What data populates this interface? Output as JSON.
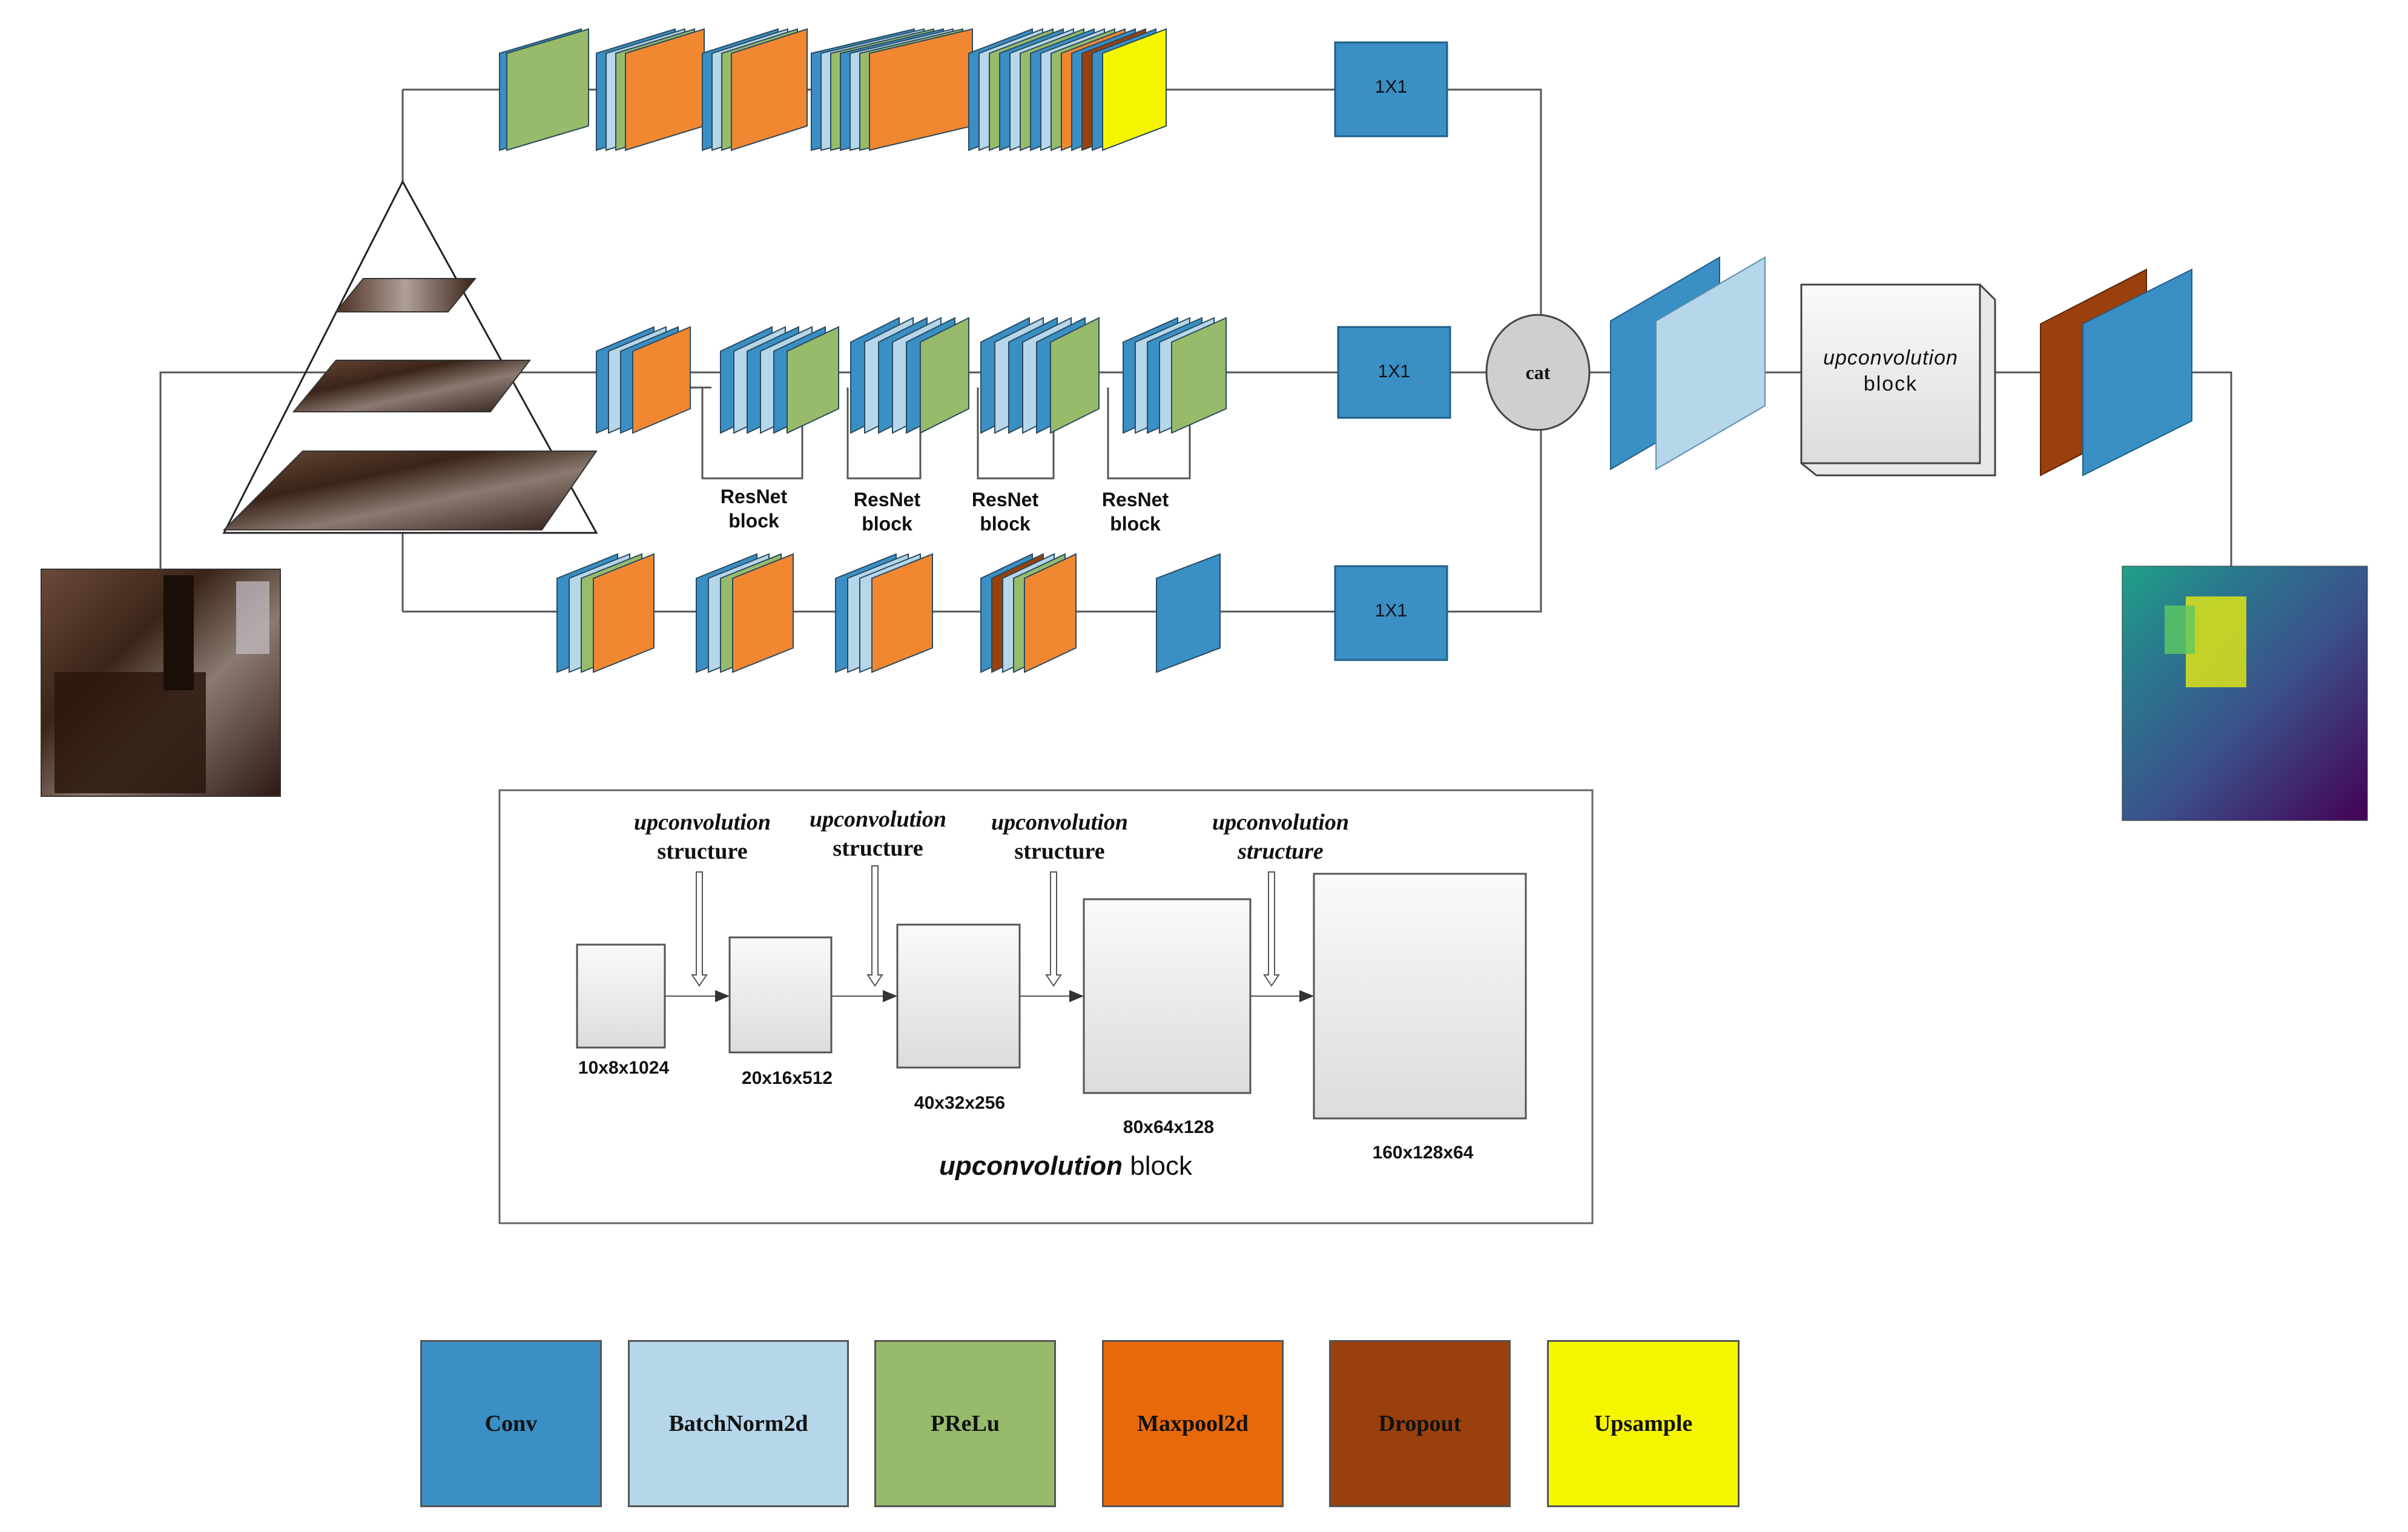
{
  "colors": {
    "conv": "#3a8fc4",
    "batchnorm": "#b6d6ea",
    "prelu": "#97bb6a",
    "maxpool": "#f18731",
    "dropout": "#99400d",
    "upsample": "#f5f500"
  },
  "branches": {
    "top": {
      "layers": [
        "conv",
        "prelu",
        "conv",
        "batchnorm",
        "prelu",
        "maxpool",
        "conv",
        "batchnorm",
        "prelu",
        "maxpool",
        "conv",
        "batchnorm",
        "prelu",
        "conv",
        "batchnorm",
        "prelu",
        "maxpool",
        "conv",
        "batchnorm",
        "prelu",
        "conv",
        "batchnorm",
        "prelu",
        "conv",
        "batchnorm",
        "prelu",
        "maxpool",
        "conv",
        "dropout",
        "conv",
        "upsample"
      ],
      "conv1x1": "1X1"
    },
    "middle": {
      "resnet_label_line1": "ResNet",
      "resnet_label_line2": "block",
      "conv1x1": "1X1"
    },
    "bottom": {
      "conv1x1": "1X1"
    }
  },
  "cat_label": "cat",
  "upconv_box": {
    "label_line1": "upconvolution",
    "label_line2": "block"
  },
  "detail": {
    "structure_labels": [
      {
        "line1": "upconvolution",
        "line2": "structure"
      },
      {
        "line1": "upconvolution",
        "line2": "structure"
      },
      {
        "line1": "upconvolution",
        "line2": "structure"
      },
      {
        "line1": "upconvolution",
        "line2": "structure"
      }
    ],
    "stages": [
      "10x8x1024",
      "20x16x512",
      "40x32x256",
      "80x64x128",
      "160x128x64"
    ],
    "title_italic": "upconvolution",
    "title_rest": " block"
  },
  "legend": [
    "Conv",
    "BatchNorm2d",
    "PReLu",
    "Maxpool2d",
    "Dropout",
    "Upsample"
  ]
}
